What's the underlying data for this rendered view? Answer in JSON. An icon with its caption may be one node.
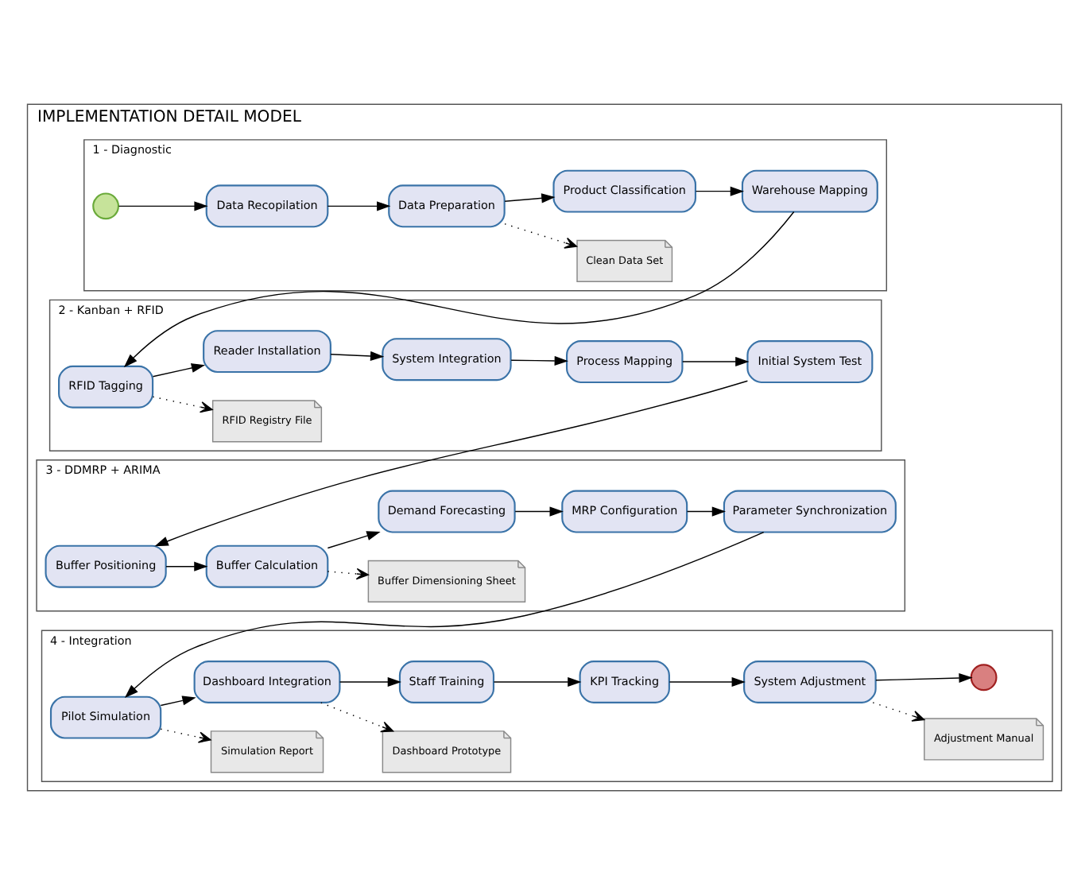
{
  "diagram": {
    "nodes": [
      {
        "text": [
          "IMPLEMENTATION DETAIL MODEL"
        ]
      },
      {
        "text": [
          "1 - Diagnostic"
        ],
        "in": 0
      },
      {
        "text": [],
        "shape": "circle",
        "in": 1
      },
      {
        "text": [
          "Data Recopilation"
        ],
        "in": 1
      },
      {
        "text": [
          "Data Preparation"
        ],
        "in": 1
      },
      {
        "text": [
          "Clean Data Set"
        ],
        "in": 1
      },
      {
        "text": [
          "Product Classification"
        ],
        "in": 1
      },
      {
        "text": [
          "Warehouse Mapping"
        ],
        "in": 1
      },
      {
        "text": [
          "2 - Kanban + RFID"
        ],
        "in": 0
      },
      {
        "text": [
          "RFID Tagging"
        ],
        "in": 8
      },
      {
        "text": [
          "RFID Registry File"
        ],
        "in": 8
      },
      {
        "text": [
          "Reader Installation"
        ],
        "in": 8
      },
      {
        "text": [
          "System Integration"
        ],
        "in": 8
      },
      {
        "text": [
          "Process Mapping"
        ],
        "in": 8
      },
      {
        "text": [
          "Initial System Test"
        ],
        "in": 8
      },
      {
        "text": [
          "3 - DDMRP + ARIMA"
        ],
        "in": 0
      },
      {
        "text": [
          "Buffer Positioning"
        ],
        "in": 15
      },
      {
        "text": [
          "Buffer Calculation"
        ],
        "in": 15
      },
      {
        "text": [
          "Buffer Dimensioning Sheet"
        ],
        "in": 15
      },
      {
        "text": [
          "Demand Forecasting"
        ],
        "in": 15
      },
      {
        "text": [
          "MRP Configuration"
        ],
        "in": 15
      },
      {
        "text": [
          "Parameter Synchronization"
        ],
        "in": 15
      },
      {
        "text": [
          "4 - Integration"
        ],
        "in": 0
      },
      {
        "text": [
          "Pilot Simulation"
        ],
        "in": 22
      },
      {
        "text": [
          "Simulation Report"
        ],
        "in": 22
      },
      {
        "text": [
          "Dashboard Integration"
        ],
        "in": 22
      },
      {
        "text": [
          "Dashboard Prototype"
        ],
        "in": 22
      },
      {
        "text": [
          "Staff Training"
        ],
        "in": 22
      },
      {
        "text": [
          "KPI Tracking"
        ],
        "in": 22
      },
      {
        "text": [
          "Adjustment Manual"
        ],
        "in": 22
      },
      {
        "text": [
          "System Adjustment"
        ],
        "in": 22
      },
      {
        "text": [],
        "shape": "circle",
        "in": 22
      }
    ],
    "edges": [
      {
        "from": 2,
        "to": 3,
        "arrow": "to"
      },
      {
        "from": 3,
        "to": 4,
        "arrow": "to"
      },
      {
        "from": 4,
        "to": 5,
        "arrow": "to",
        "style": "dashed"
      },
      {
        "from": 4,
        "to": 6,
        "arrow": "to"
      },
      {
        "from": 6,
        "to": 7,
        "arrow": "to"
      },
      {
        "from": 7,
        "to": 9,
        "arrow": "to"
      },
      {
        "from": 9,
        "to": 10,
        "arrow": "to",
        "style": "dashed"
      },
      {
        "from": 9,
        "to": 11,
        "arrow": "to"
      },
      {
        "from": 11,
        "to": 12,
        "arrow": "to"
      },
      {
        "from": 12,
        "to": 13,
        "arrow": "to"
      },
      {
        "from": 13,
        "to": 14,
        "arrow": "to"
      },
      {
        "from": 14,
        "to": 16,
        "arrow": "to"
      },
      {
        "from": 16,
        "to": 17,
        "arrow": "to"
      },
      {
        "from": 17,
        "to": 18,
        "arrow": "to",
        "style": "dashed"
      },
      {
        "from": 17,
        "to": 19,
        "arrow": "to"
      },
      {
        "from": 19,
        "to": 20,
        "arrow": "to"
      },
      {
        "from": 20,
        "to": 21,
        "arrow": "to"
      },
      {
        "from": 21,
        "to": 23,
        "arrow": "to"
      },
      {
        "from": 23,
        "to": 24,
        "arrow": "to",
        "style": "dashed"
      },
      {
        "from": 23,
        "to": 25,
        "arrow": "to"
      },
      {
        "from": 25,
        "to": 26,
        "arrow": "to",
        "style": "dashed"
      },
      {
        "from": 25,
        "to": 27,
        "arrow": "to"
      },
      {
        "from": 27,
        "to": 28,
        "arrow": "to"
      },
      {
        "from": 28,
        "to": 30,
        "arrow": "to"
      },
      {
        "from": 30,
        "to": 29,
        "arrow": "to",
        "style": "dashed"
      },
      {
        "from": 30,
        "to": 31,
        "arrow": "to"
      }
    ]
  }
}
